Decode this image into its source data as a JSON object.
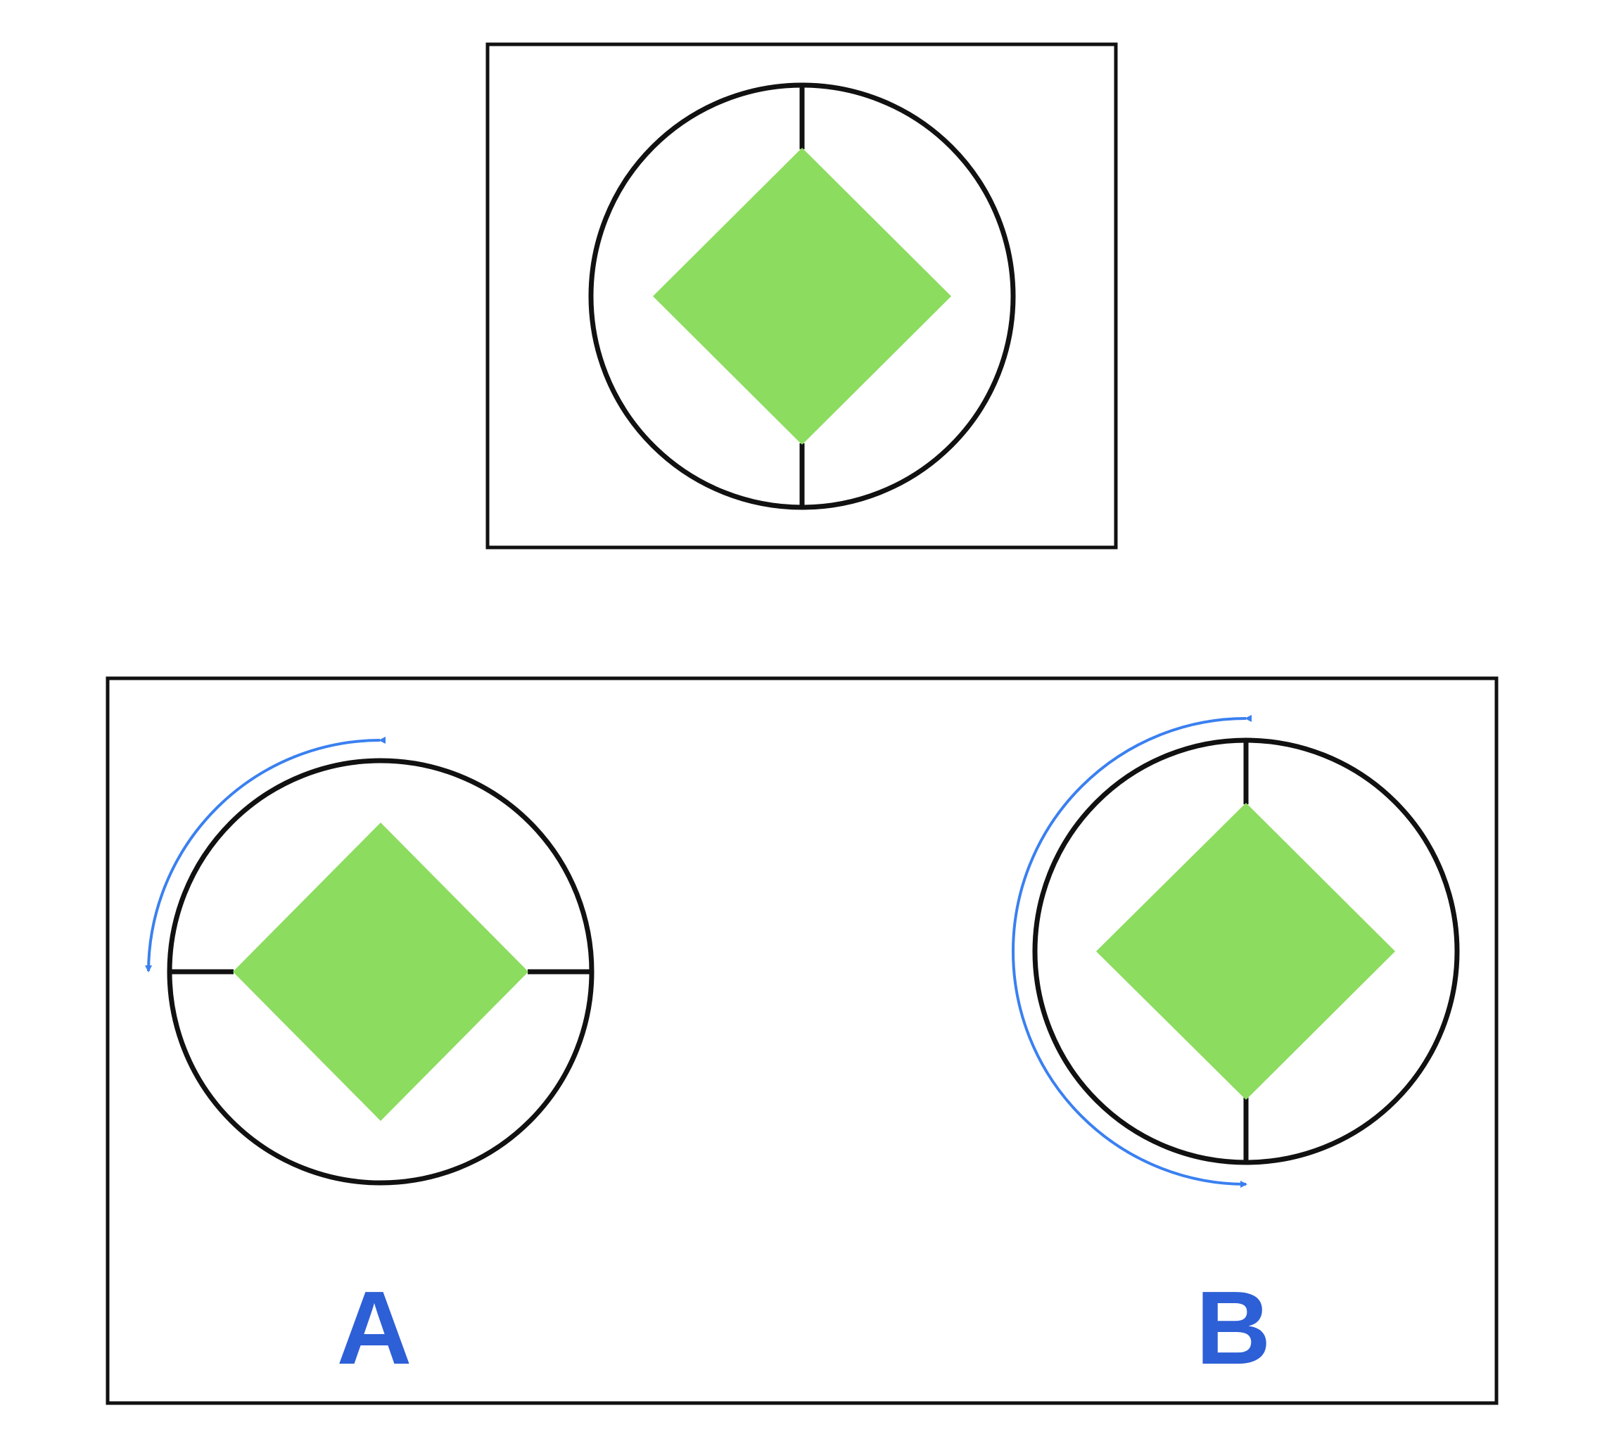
{
  "colors": {
    "outline": "#111111",
    "diamond": "#8cdc5f",
    "arrow": "#3a80f0",
    "label": "#2d5fd6",
    "background": "#ffffff"
  },
  "options": [
    {
      "label": "A",
      "rotation": "counterclockwise-90"
    },
    {
      "label": "B",
      "rotation": "counterclockwise-180"
    }
  ]
}
